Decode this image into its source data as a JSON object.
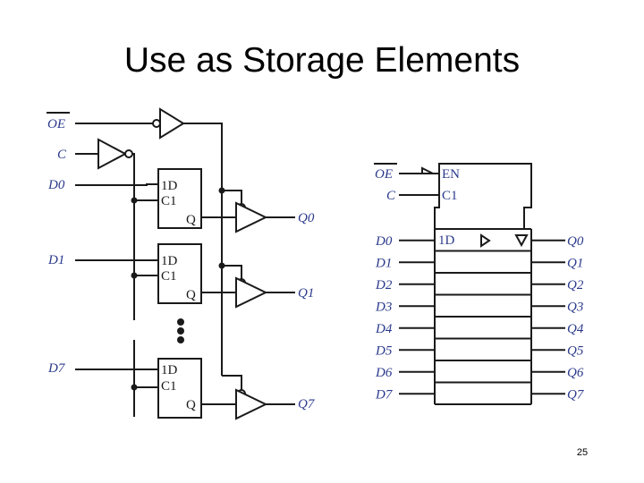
{
  "slide": {
    "title": "Use as Storage Elements",
    "page_number": "25"
  },
  "left_circuit": {
    "oe_label": "OE",
    "c_label": "C",
    "flipflops": [
      {
        "d_input": "D0",
        "d_pin": "1D",
        "c_pin": "C1",
        "q_pin": "Q",
        "output": "Q0"
      },
      {
        "d_input": "D1",
        "d_pin": "1D",
        "c_pin": "C1",
        "q_pin": "Q",
        "output": "Q1"
      },
      {
        "d_input": "D7",
        "d_pin": "1D",
        "c_pin": "C1",
        "q_pin": "Q",
        "output": "Q7"
      }
    ]
  },
  "right_symbol": {
    "oe_label": "OE",
    "c_label": "C",
    "en_pin": "EN",
    "c1_pin": "C1",
    "first_cell_pin": "1D",
    "inputs": [
      "D0",
      "D1",
      "D2",
      "D3",
      "D4",
      "D5",
      "D6",
      "D7"
    ],
    "outputs": [
      "Q0",
      "Q1",
      "Q2",
      "Q3",
      "Q4",
      "Q5",
      "Q6",
      "Q7"
    ]
  }
}
